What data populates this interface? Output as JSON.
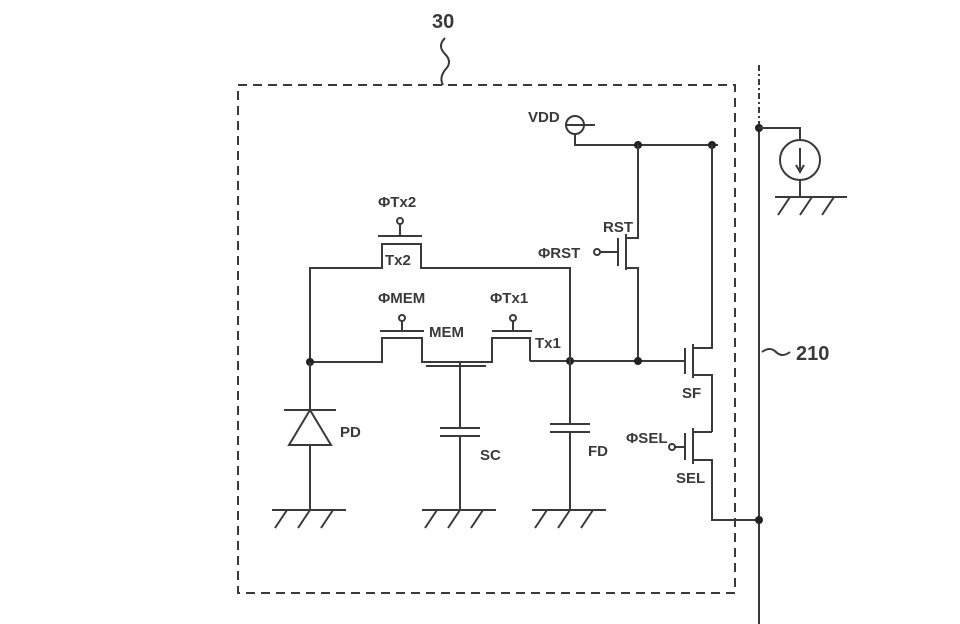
{
  "figure": {
    "pixel_label": "30",
    "column_line_label": "210",
    "labels": {
      "vdd": "VDD",
      "rst": "RST",
      "phi_rst": "ΦRST",
      "phi_tx2": "ΦTx2",
      "tx2": "Tx2",
      "phi_mem": "ΦMEM",
      "mem": "MEM",
      "phi_tx1": "ΦTx1",
      "tx1": "Tx1",
      "pd": "PD",
      "sc": "SC",
      "fd": "FD",
      "sf": "SF",
      "phi_sel": "ΦSEL",
      "sel": "SEL"
    }
  }
}
